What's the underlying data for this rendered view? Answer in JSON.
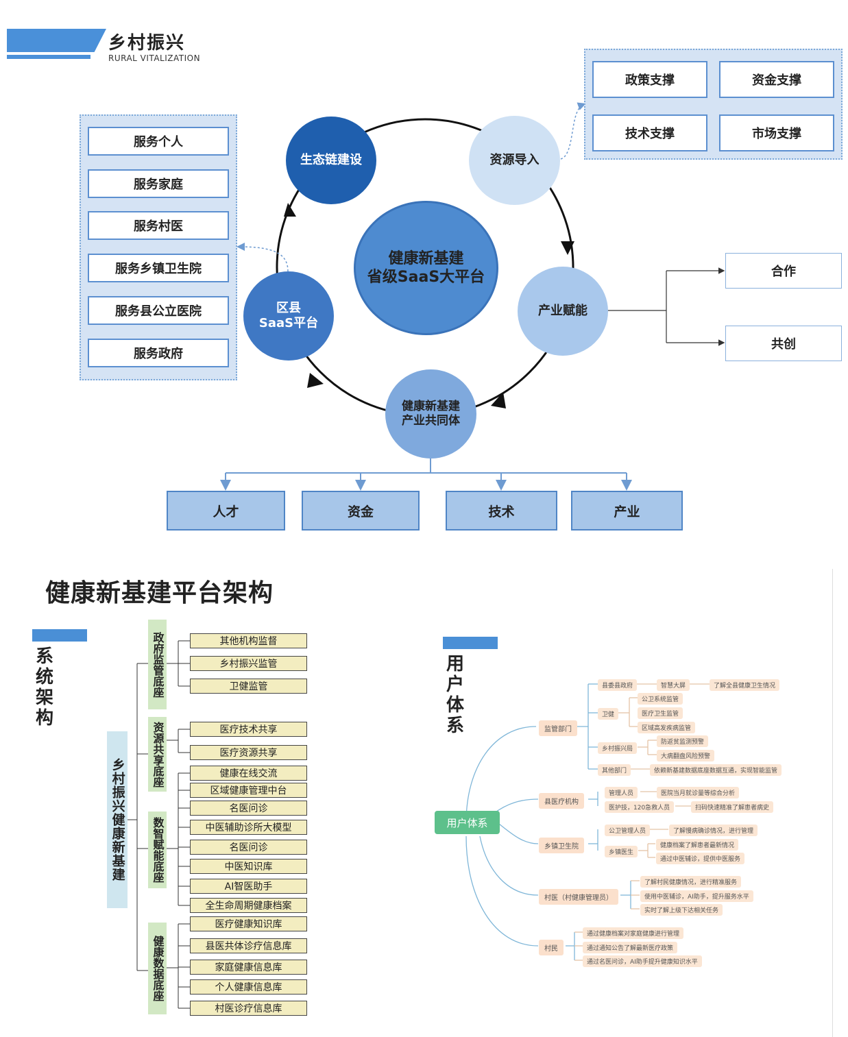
{
  "header": {
    "title": "乡村振兴",
    "subtitle": "RURAL VITALIZATION"
  },
  "diagram": {
    "center": {
      "line1": "健康新基建",
      "line2": "省级SaaS大平台"
    },
    "cycle": {
      "ecology": "生态链建设",
      "resource": "资源导入",
      "industry_empower": "产业赋能",
      "community_line1": "健康新基建",
      "community_line2": "产业共同体",
      "county_line1": "区县",
      "county_line2": "SaaS平台"
    },
    "services": [
      "服务个人",
      "服务家庭",
      "服务村医",
      "服务乡镇卫生院",
      "服务县公立医院",
      "服务政府"
    ],
    "supports": [
      "政策支撑",
      "资金支撑",
      "技术支撑",
      "市场支撑"
    ],
    "right_outputs": [
      "合作",
      "共创"
    ],
    "bottom_outputs": [
      "人才",
      "资金",
      "技术",
      "产业"
    ]
  },
  "platform": {
    "title": "健康新基建平台架构",
    "system_label": "系统架构",
    "user_label": "用户体系",
    "root": "乡村振兴健康新基建",
    "groups": [
      {
        "name": "政府监管底座",
        "items": [
          "其他机构监督",
          "乡村振兴监管",
          "卫健监管"
        ]
      },
      {
        "name": "资源共享底座",
        "items": [
          "医疗技术共享",
          "医疗资源共享"
        ]
      },
      {
        "name": "数智赋能底座",
        "items": [
          "健康在线交流",
          "区域健康管理中台",
          "名医问诊",
          "中医辅助诊所大模型",
          "名医问诊",
          "中医知识库",
          "AI智医助手",
          "全生命周期健康档案"
        ]
      },
      {
        "name": "健康数据底座",
        "items": [
          "医疗健康知识库",
          "县医共体诊疗信息库",
          "家庭健康信息库",
          "个人健康信息库",
          "村医诊疗信息库"
        ]
      }
    ]
  },
  "mindmap": {
    "root": "用户体系",
    "branches": [
      {
        "label": "监管部门",
        "children": [
          {
            "label": "县委县政府",
            "children": [
              "智慧大屏"
            ],
            "detail": "了解全县健康卫生情况"
          },
          {
            "label": "卫健",
            "children": [
              "公卫系统监管",
              "医疗卫生监管",
              "区域高发疾病监管"
            ]
          },
          {
            "label": "乡村振兴局",
            "children": [
              "防返贫监测预警",
              "大病翻盘风险预警"
            ]
          },
          {
            "label": "其他部门",
            "children": [
              "依赖新基建数据底座数据互通，实现智能监管"
            ]
          }
        ]
      },
      {
        "label": "县医疗机构",
        "children": [
          {
            "label": "管理人员",
            "children": [
              "医院当月就诊量等综合分析"
            ]
          },
          {
            "label": "医护技，120急救人员",
            "children": [
              "扫码快速精准了解患者病史"
            ]
          }
        ]
      },
      {
        "label": "乡镇卫生院",
        "children": [
          {
            "label": "公卫管理人员",
            "children": [
              "了解慢病确诊情况，进行管理"
            ]
          },
          {
            "label": "乡镇医生",
            "children": [
              "健康档案了解患者最新情况",
              "通过中医辅诊，提供中医服务"
            ]
          }
        ]
      },
      {
        "label": "村医（村健康管理员）",
        "children": [
          "了解村民健康情况，进行精准服务",
          "使用中医辅诊，AI助手，提升服务水平",
          "实时了解上级下达相关任务"
        ]
      },
      {
        "label": "村民",
        "children": [
          "通过健康档案对家庭健康进行管理",
          "通过通知公告了解最新医疗政策",
          "通过名医问诊，AI助手提升健康知识水平"
        ]
      }
    ]
  },
  "colors": {
    "accent": "#4a90d9",
    "panel": "#d5e3f4",
    "dark_blue": "#1f5fae",
    "light_blue": "#c6dcf3",
    "leaf": "#f3edc0",
    "group": "#d2e8c4",
    "root_node": "#cfe6ef",
    "mm_root": "#5dc08b",
    "mm_node": "#fbe6d4"
  }
}
